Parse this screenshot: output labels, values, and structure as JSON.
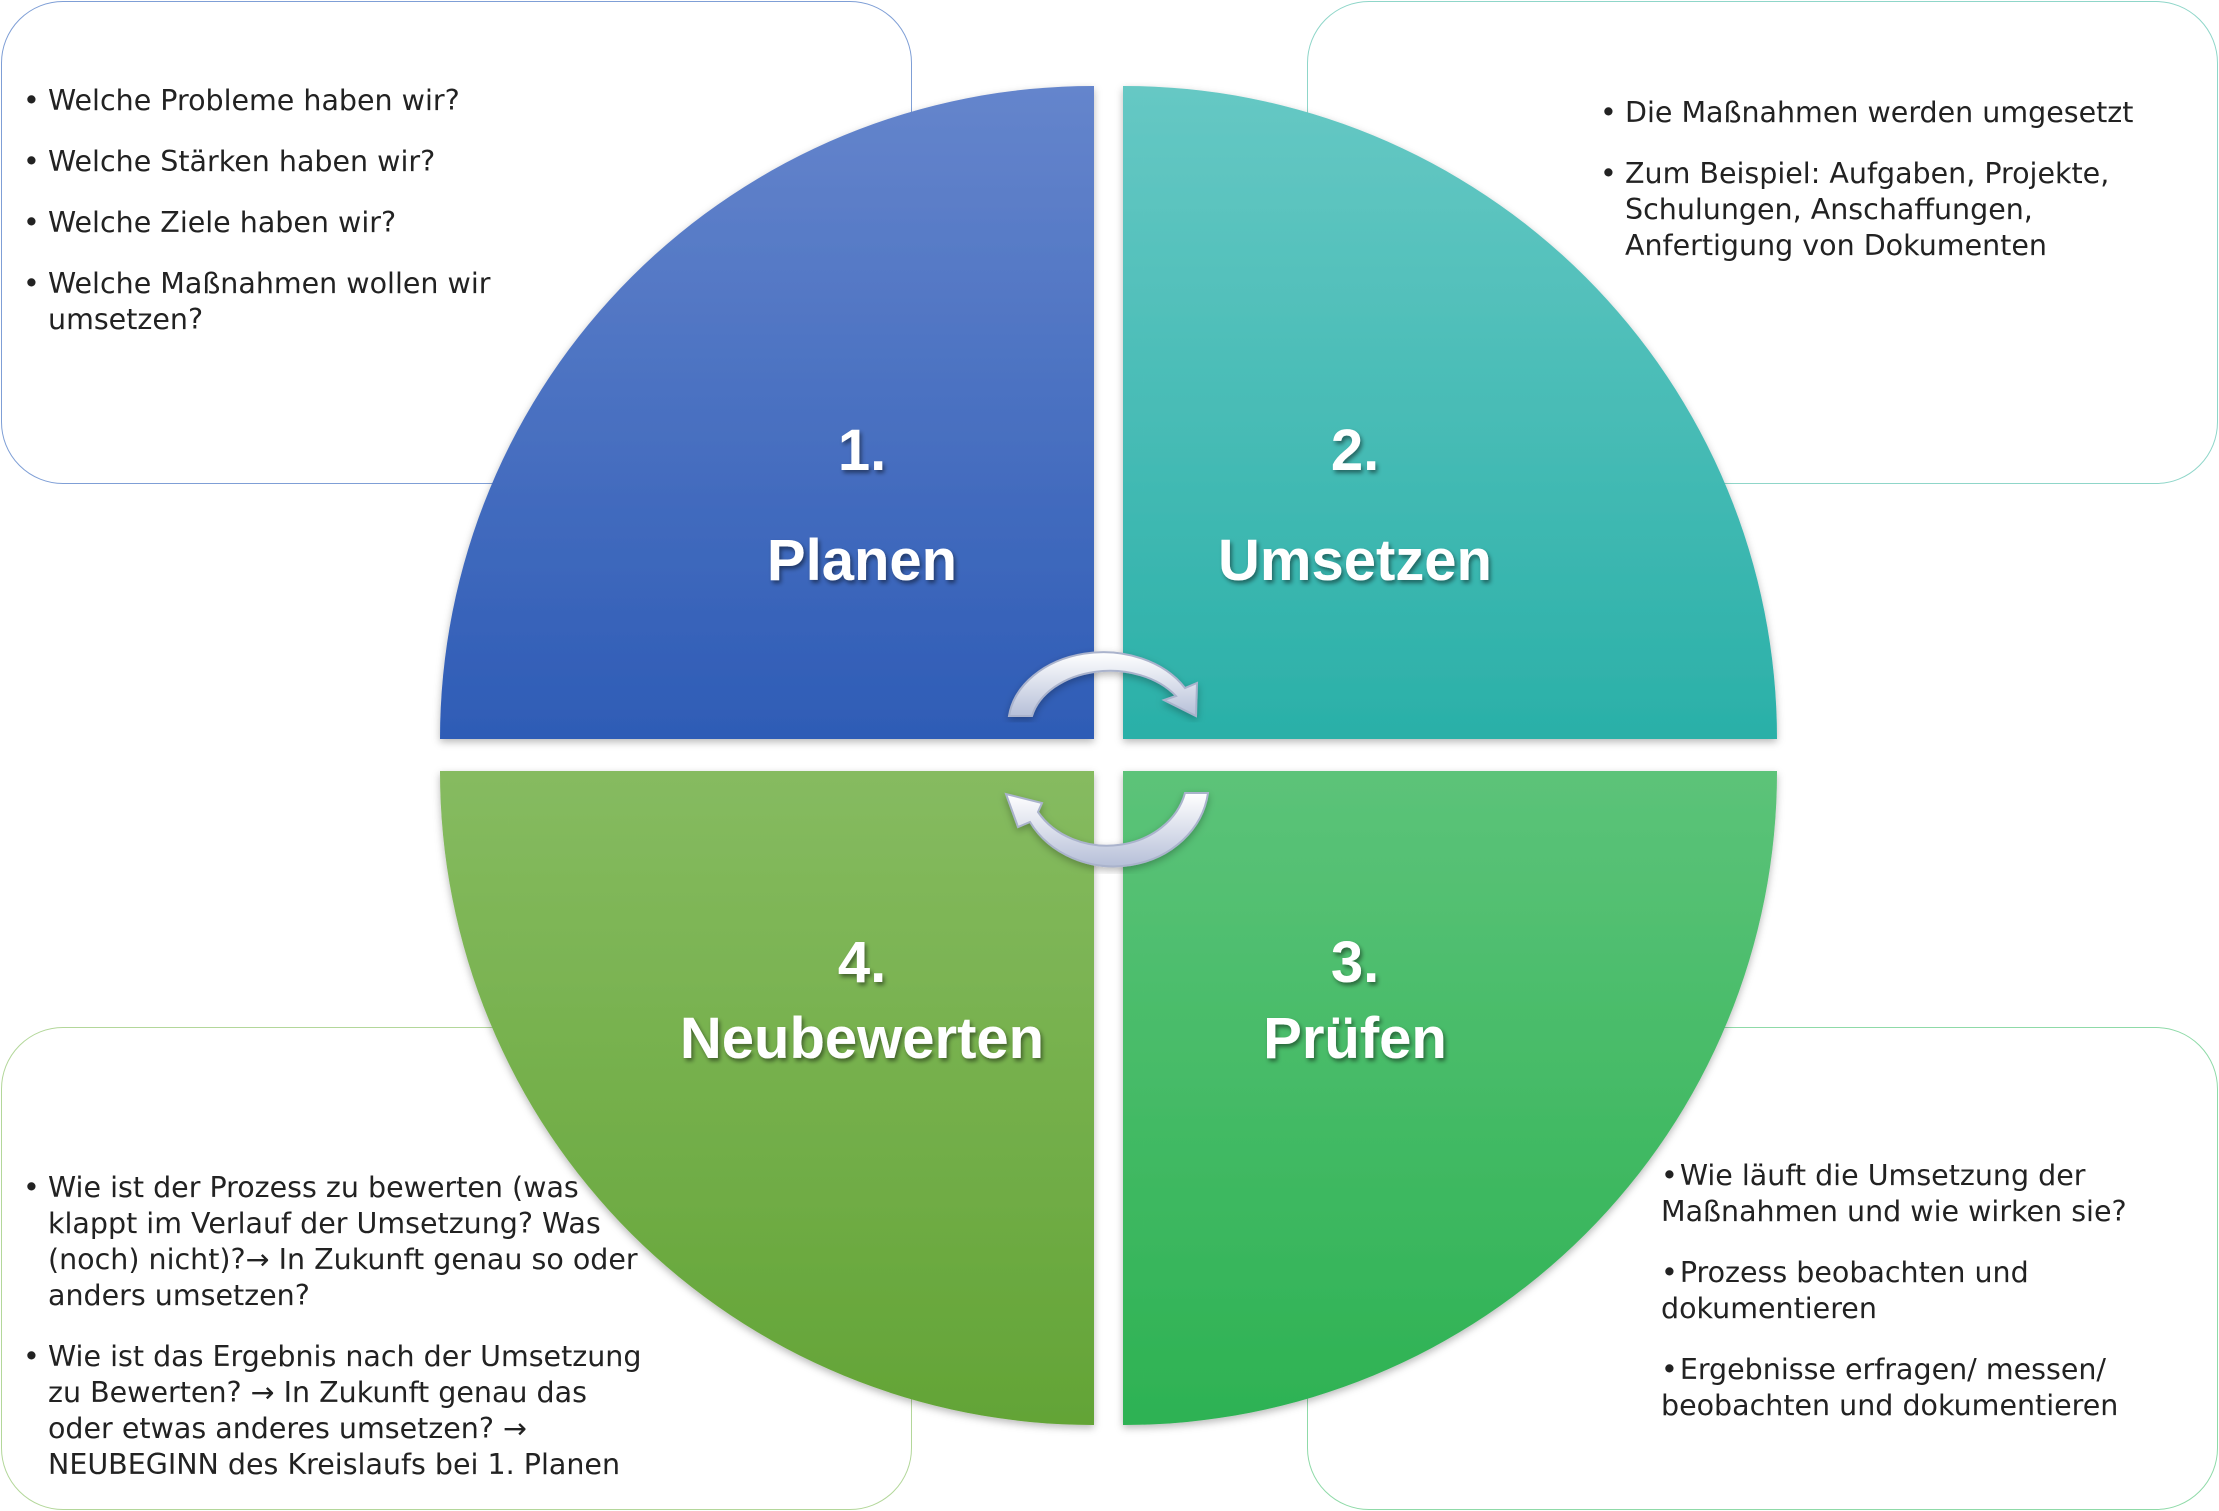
{
  "quadrants": [
    {
      "number": "1.",
      "title": "Planen"
    },
    {
      "number": "2.",
      "title": "Umsetzen"
    },
    {
      "number": "3.",
      "title": "Prüfen"
    },
    {
      "number": "4.",
      "title": "Neubewerten"
    }
  ],
  "boxes": {
    "plan": {
      "items": [
        "Welche Probleme haben wir?",
        "Welche Stärken haben wir?",
        "Welche Ziele haben wir?",
        "Welche Maßnahmen wollen wir umsetzen?"
      ]
    },
    "do": {
      "items": [
        "Die Maßnahmen werden umgesetzt",
        "Zum Beispiel: Aufgaben, Projekte, Schulungen, Anschaffungen, Anfertigung von Dokumenten"
      ]
    },
    "check": {
      "items": [
        "Wie läuft die Umsetzung der Maßnahmen und wie wirken sie?",
        "Prozess beobachten und dokumentieren",
        "Ergebnisse erfragen/ messen/ beobachten und dokumentieren"
      ]
    },
    "reevaluate": {
      "items": [
        "Wie ist der Prozess zu bewerten (was klappt im Verlauf der Umsetzung? Was (noch) nicht)?→ In Zukunft genau so oder anders umsetzen?",
        "Wie ist das Ergebnis nach der Umsetzung zu Bewerten? → In Zukunft genau das oder etwas anderes umsetzen? → NEUBEGINN des Kreislaufs bei 1. Planen"
      ]
    }
  },
  "colors": {
    "plan": [
      "#6585cc",
      "#2e5cb6"
    ],
    "do": [
      "#66c8c4",
      "#2ab0a8"
    ],
    "check": [
      "#5cc379",
      "#2db253"
    ],
    "reevaluate": [
      "#86bb60",
      "#63a436"
    ]
  }
}
